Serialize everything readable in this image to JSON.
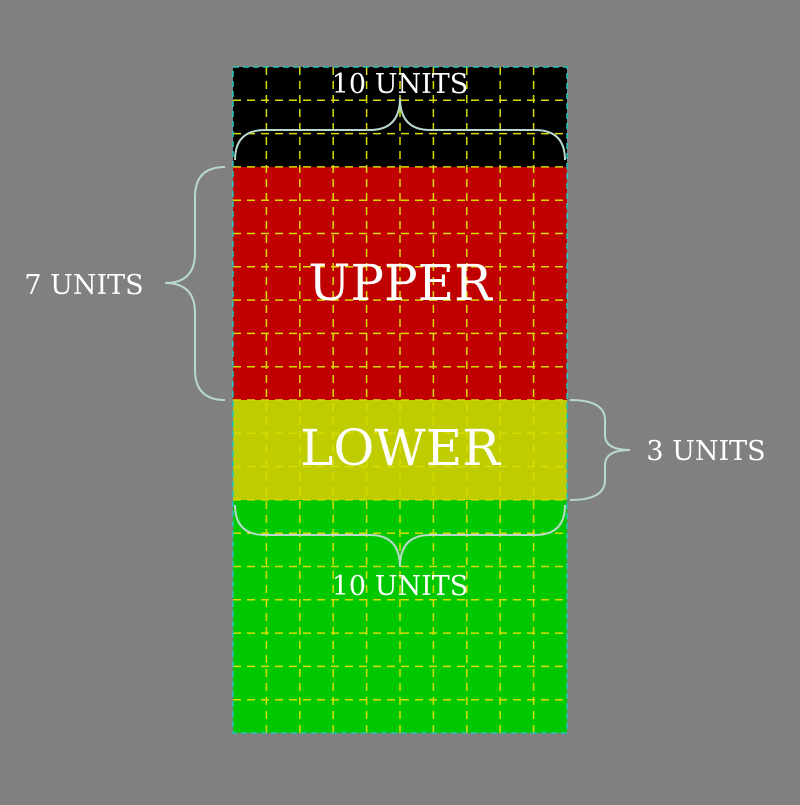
{
  "colors": {
    "background": "#808080",
    "band_top": "#000000",
    "band_upper": "#c00000",
    "band_lower": "#bfcc00",
    "band_bottom": "#00c800",
    "grid_line": "#d8dc00",
    "outline": "#22c4b8",
    "brace": "#b8d8cc",
    "text": "#ffffff"
  },
  "grid": {
    "columns": 10,
    "rows": 20
  },
  "bands": [
    {
      "id": "top",
      "units": 3,
      "label": ""
    },
    {
      "id": "upper",
      "units": 7,
      "label": "UPPER"
    },
    {
      "id": "lower",
      "units": 3,
      "label": "LOWER"
    },
    {
      "id": "bottom",
      "units": 7,
      "label": ""
    }
  ],
  "labels": {
    "width_top": "10 UNITS",
    "upper_height": "7 UNITS",
    "lower_height": "3 UNITS",
    "width_bottom": "10 UNITS"
  }
}
